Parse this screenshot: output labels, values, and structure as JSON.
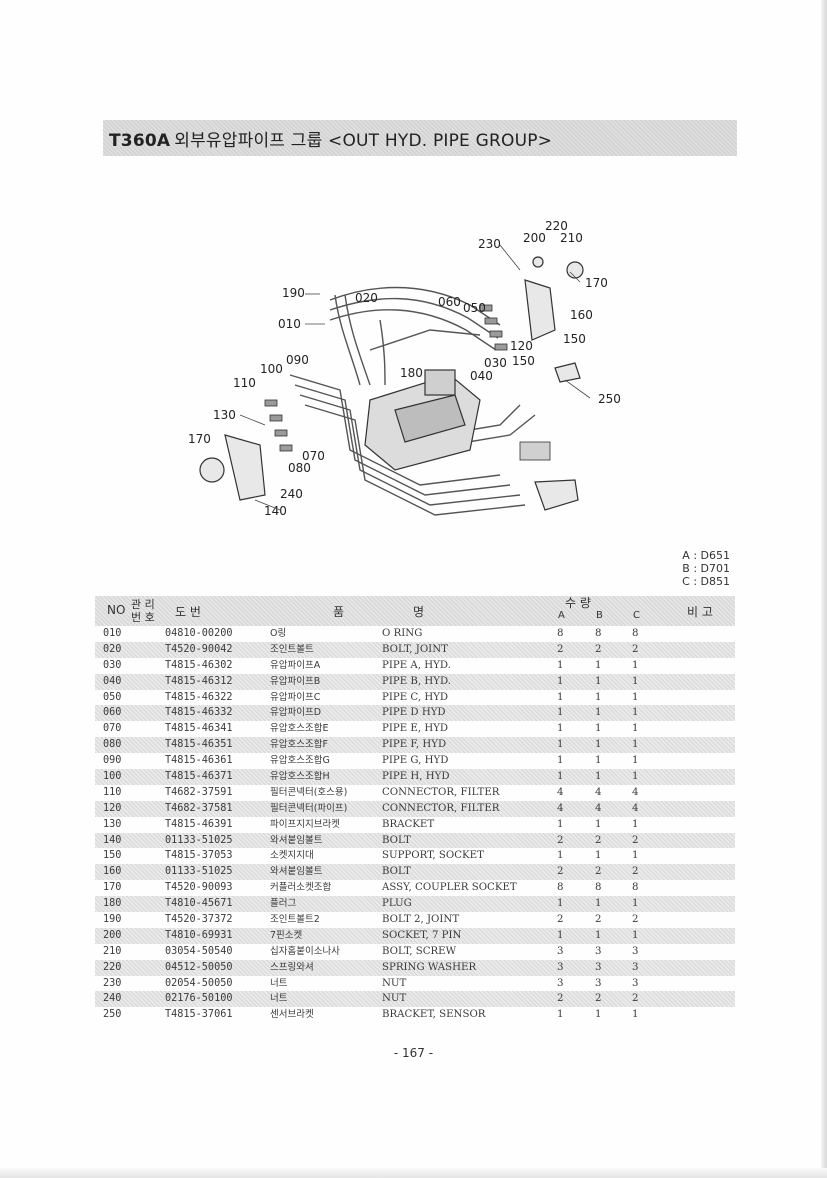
{
  "header": {
    "model": "T360A",
    "title": "외부유압파이프 그룹 <OUT HYD. PIPE GROUP>"
  },
  "diagram": {
    "callouts": [
      "230",
      "200",
      "220",
      "210",
      "170",
      "190",
      "020",
      "060",
      "050",
      "160",
      "010",
      "150",
      "120",
      "100",
      "090",
      "110",
      "180",
      "030",
      "150",
      "040",
      "250",
      "130",
      "170",
      "070",
      "080",
      "240",
      "140"
    ]
  },
  "legend": [
    "A : D651",
    "B : D701",
    "C : D851"
  ],
  "table": {
    "headers": {
      "no": "NO",
      "ref_top": "관 리",
      "ref_bottom": "번 호",
      "drawing": "도       번",
      "name_a": "품",
      "name_b": "명",
      "qty": "수       량",
      "qa": "A",
      "qb": "B",
      "qc": "C",
      "remark": "비 고"
    },
    "rows": [
      {
        "no": "010",
        "pn": "04810-00200",
        "ko": "O링",
        "en": "O RING",
        "a": "8",
        "b": "8",
        "c": "8"
      },
      {
        "no": "020",
        "pn": "T4520-90042",
        "ko": "조인트볼트",
        "en": "BOLT, JOINT",
        "a": "2",
        "b": "2",
        "c": "2"
      },
      {
        "no": "030",
        "pn": "T4815-46302",
        "ko": "유압파이프A",
        "en": "PIPE A, HYD.",
        "a": "1",
        "b": "1",
        "c": "1"
      },
      {
        "no": "040",
        "pn": "T4815-46312",
        "ko": "유압파이프B",
        "en": "PIPE B, HYD.",
        "a": "1",
        "b": "1",
        "c": "1"
      },
      {
        "no": "050",
        "pn": "T4815-46322",
        "ko": "유압파이프C",
        "en": "PIPE C, HYD",
        "a": "1",
        "b": "1",
        "c": "1"
      },
      {
        "no": "060",
        "pn": "T4815-46332",
        "ko": "유압파이프D",
        "en": "PIPE D HYD",
        "a": "1",
        "b": "1",
        "c": "1"
      },
      {
        "no": "070",
        "pn": "T4815-46341",
        "ko": "유압호스조합E",
        "en": "PIPE E, HYD",
        "a": "1",
        "b": "1",
        "c": "1"
      },
      {
        "no": "080",
        "pn": "T4815-46351",
        "ko": "유압호스조합F",
        "en": "PIPE F, HYD",
        "a": "1",
        "b": "1",
        "c": "1"
      },
      {
        "no": "090",
        "pn": "T4815-46361",
        "ko": "유압호스조합G",
        "en": "PIPE G, HYD",
        "a": "1",
        "b": "1",
        "c": "1"
      },
      {
        "no": "100",
        "pn": "T4815-46371",
        "ko": "유압호스조합H",
        "en": "PIPE H, HYD",
        "a": "1",
        "b": "1",
        "c": "1"
      },
      {
        "no": "110",
        "pn": "T4682-37591",
        "ko": "필터콘넥터(호스용)",
        "en": "CONNECTOR, FILTER",
        "a": "4",
        "b": "4",
        "c": "4"
      },
      {
        "no": "120",
        "pn": "T4682-37581",
        "ko": "필터콘넥터(파이프)",
        "en": "CONNECTOR, FILTER",
        "a": "4",
        "b": "4",
        "c": "4"
      },
      {
        "no": "130",
        "pn": "T4815-46391",
        "ko": "파이프지지브라켓",
        "en": "BRACKET",
        "a": "1",
        "b": "1",
        "c": "1"
      },
      {
        "no": "140",
        "pn": "01133-51025",
        "ko": "와셔붙임볼트",
        "en": "BOLT",
        "a": "2",
        "b": "2",
        "c": "2"
      },
      {
        "no": "150",
        "pn": "T4815-37053",
        "ko": "소켓지지대",
        "en": "SUPPORT, SOCKET",
        "a": "1",
        "b": "1",
        "c": "1"
      },
      {
        "no": "160",
        "pn": "01133-51025",
        "ko": "와셔붙임볼트",
        "en": "BOLT",
        "a": "2",
        "b": "2",
        "c": "2"
      },
      {
        "no": "170",
        "pn": "T4520-90093",
        "ko": "커플러소켓조합",
        "en": "ASSY, COUPLER SOCKET",
        "a": "8",
        "b": "8",
        "c": "8"
      },
      {
        "no": "180",
        "pn": "T4810-45671",
        "ko": "플러그",
        "en": "PLUG",
        "a": "1",
        "b": "1",
        "c": "1"
      },
      {
        "no": "190",
        "pn": "T4520-37372",
        "ko": "조인트볼트2",
        "en": "BOLT 2, JOINT",
        "a": "2",
        "b": "2",
        "c": "2"
      },
      {
        "no": "200",
        "pn": "T4810-69931",
        "ko": "7핀소켓",
        "en": "SOCKET, 7 PIN",
        "a": "1",
        "b": "1",
        "c": "1"
      },
      {
        "no": "210",
        "pn": "03054-50540",
        "ko": "십자홈붙이소나사",
        "en": "BOLT, SCREW",
        "a": "3",
        "b": "3",
        "c": "3"
      },
      {
        "no": "220",
        "pn": "04512-50050",
        "ko": "스프링와셔",
        "en": "SPRING WASHER",
        "a": "3",
        "b": "3",
        "c": "3"
      },
      {
        "no": "230",
        "pn": "02054-50050",
        "ko": "너트",
        "en": "NUT",
        "a": "3",
        "b": "3",
        "c": "3"
      },
      {
        "no": "240",
        "pn": "02176-50100",
        "ko": "너트",
        "en": "NUT",
        "a": "2",
        "b": "2",
        "c": "2"
      },
      {
        "no": "250",
        "pn": "T4815-37061",
        "ko": "센서브라켓",
        "en": "BRACKET, SENSOR",
        "a": "1",
        "b": "1",
        "c": "1"
      }
    ]
  },
  "footer": {
    "page": "- 167 -"
  }
}
